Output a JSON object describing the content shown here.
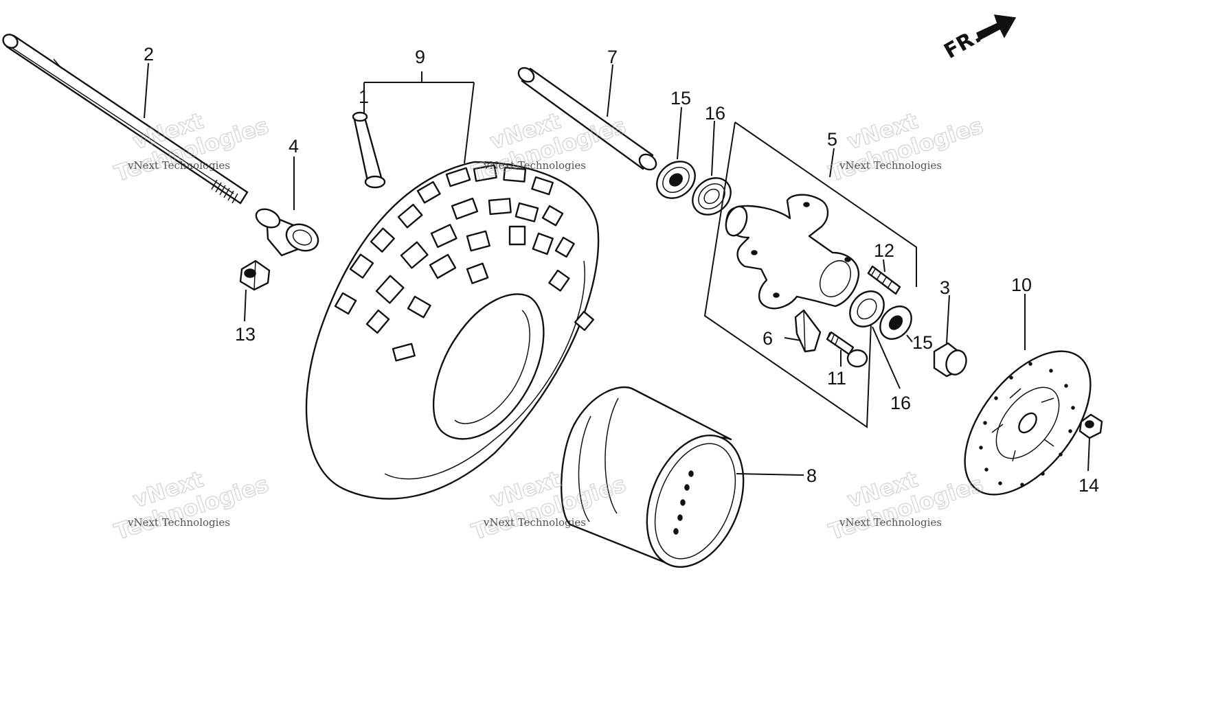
{
  "diagram": {
    "front_label": "FR.",
    "callouts": [
      {
        "id": "c1",
        "text": "1"
      },
      {
        "id": "c2",
        "text": "2"
      },
      {
        "id": "c3",
        "text": "3"
      },
      {
        "id": "c4",
        "text": "4"
      },
      {
        "id": "c5",
        "text": "5"
      },
      {
        "id": "c6",
        "text": "6"
      },
      {
        "id": "c7",
        "text": "7"
      },
      {
        "id": "c8",
        "text": "8"
      },
      {
        "id": "c9",
        "text": "9"
      },
      {
        "id": "c10",
        "text": "10"
      },
      {
        "id": "c11",
        "text": "11"
      },
      {
        "id": "c12",
        "text": "12"
      },
      {
        "id": "c13",
        "text": "13"
      },
      {
        "id": "c14",
        "text": "14"
      },
      {
        "id": "c15a",
        "text": "15"
      },
      {
        "id": "c15b",
        "text": "15"
      },
      {
        "id": "c16a",
        "text": "16"
      },
      {
        "id": "c16b",
        "text": "16"
      }
    ]
  },
  "watermark": {
    "small": "vNext Technologies",
    "big_line1": "vNext",
    "big_line2": "Technologies"
  }
}
